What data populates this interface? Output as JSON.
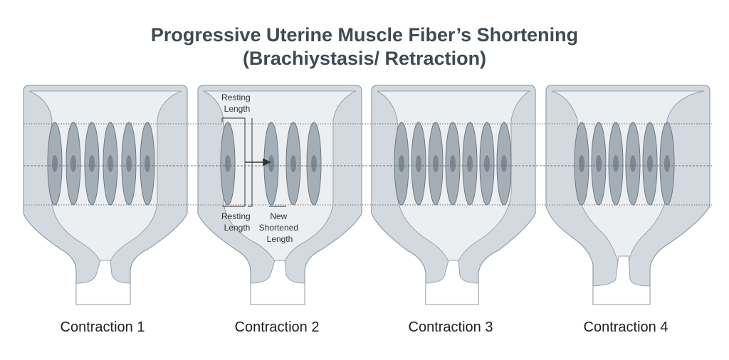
{
  "title_line1": "Progressive Uterine Muscle Fiber’s Shortening",
  "title_line2": "(Brachiystasis/ Retraction)",
  "panels": [
    {
      "label": "Contraction 1"
    },
    {
      "label": "Contraction 2"
    },
    {
      "label": "Contraction 3"
    },
    {
      "label": "Contraction 4"
    }
  ],
  "annotations": {
    "resting_top_1": "Resting",
    "resting_top_2": "Length",
    "resting_bottom_1": "Resting",
    "resting_bottom_2": "Length",
    "new_1": "New",
    "new_2": "Shortened",
    "new_3": "Length"
  },
  "colors": {
    "wall": "#d3d9de",
    "wall_stroke": "#9aa3aa",
    "cavity": "#eceff1",
    "fiber": "#a4aeb6",
    "fiber_stroke": "#6f7a83",
    "nucleus": "#7c8791",
    "guide": "#6b7379"
  }
}
